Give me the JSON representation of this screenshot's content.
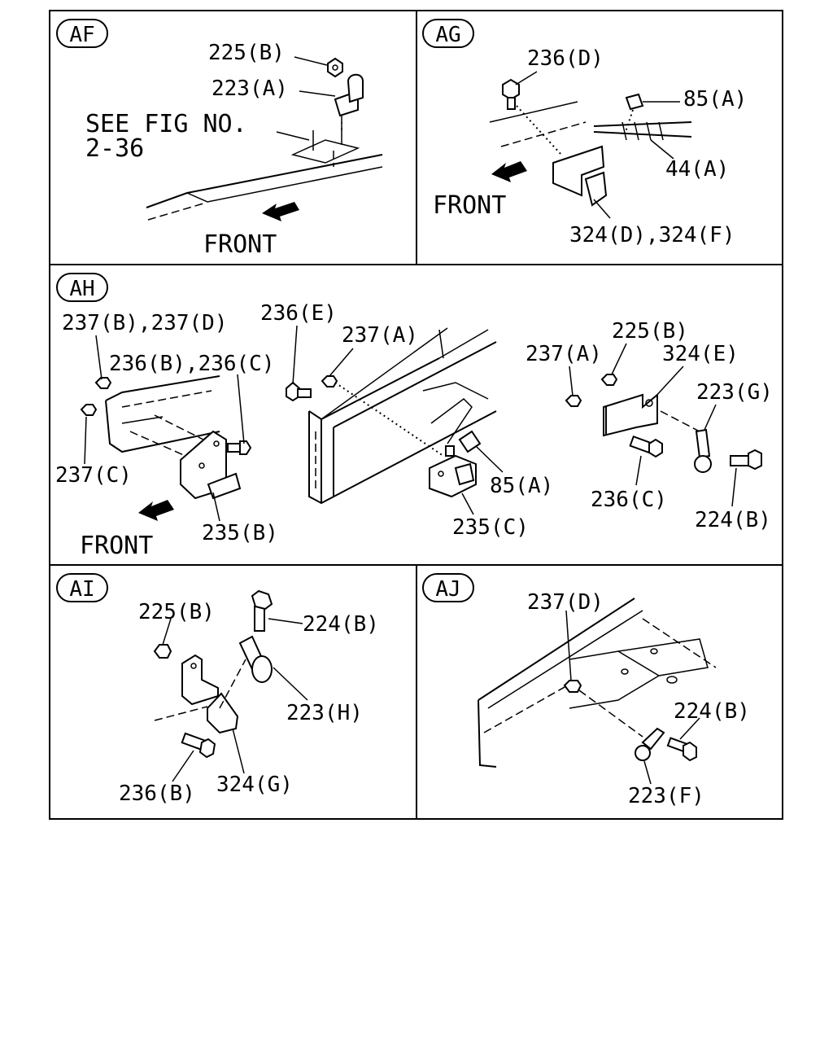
{
  "panels": {
    "af": {
      "tag": "AF",
      "labels": {
        "l1": "225(B)",
        "l2": "223(A)",
        "see1": "SEE FIG NO.",
        "see2": "2-36",
        "front": "FRONT"
      }
    },
    "ag": {
      "tag": "AG",
      "labels": {
        "l1": "236(D)",
        "l2": "85(A)",
        "l3": "44(A)",
        "l4": "324(D),324(F)",
        "front": "FRONT"
      }
    },
    "ah": {
      "tag": "AH",
      "labels": {
        "l1": "237(B),237(D)",
        "l2": "236(B),236(C)",
        "l3": "236(E)",
        "l4": "237(A)",
        "l5": "237(C)",
        "l6": "235(B)",
        "l7": "85(A)",
        "l8": "235(C)",
        "l9": "237(A)",
        "l10": "225(B)",
        "l11": "324(E)",
        "l12": "223(G)",
        "l13": "236(C)",
        "l14": "224(B)",
        "front": "FRONT"
      }
    },
    "ai": {
      "tag": "AI",
      "labels": {
        "l1": "225(B)",
        "l2": "224(B)",
        "l3": "223(H)",
        "l4": "236(B)",
        "l5": "324(G)"
      }
    },
    "aj": {
      "tag": "AJ",
      "labels": {
        "l1": "237(D)",
        "l2": "224(B)",
        "l3": "223(F)"
      }
    }
  }
}
